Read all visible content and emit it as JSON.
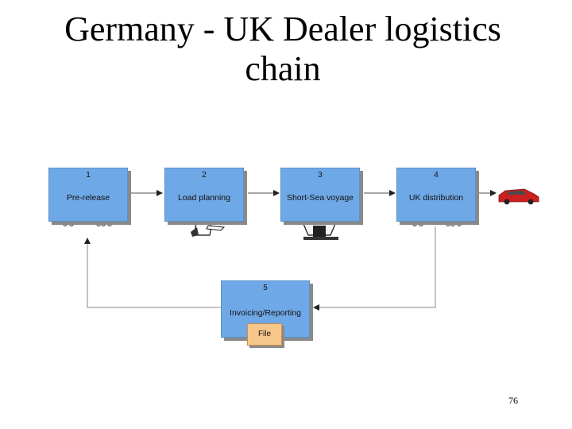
{
  "slide": {
    "title_line1": "Germany - UK Dealer logistics",
    "title_line2": "chain",
    "page_number": "76"
  },
  "process": {
    "steps": [
      {
        "number": "1",
        "label": "Pre-release"
      },
      {
        "number": "2",
        "label": "Load planning"
      },
      {
        "number": "3",
        "label": "Short-Sea voyage"
      },
      {
        "number": "4",
        "label": "UK distribution"
      },
      {
        "number": "5",
        "label": "Invoicing/Reporting"
      }
    ],
    "file_label": "File"
  },
  "colors": {
    "box_fill": "#6fa8e6",
    "file_fill": "#f7c68a",
    "car_red": "#cc1f1f",
    "truck_blue": "#1f5fb0"
  },
  "icons": [
    "car-truck-icon",
    "person-planning-icon",
    "ship-icon",
    "red-car-icon"
  ]
}
